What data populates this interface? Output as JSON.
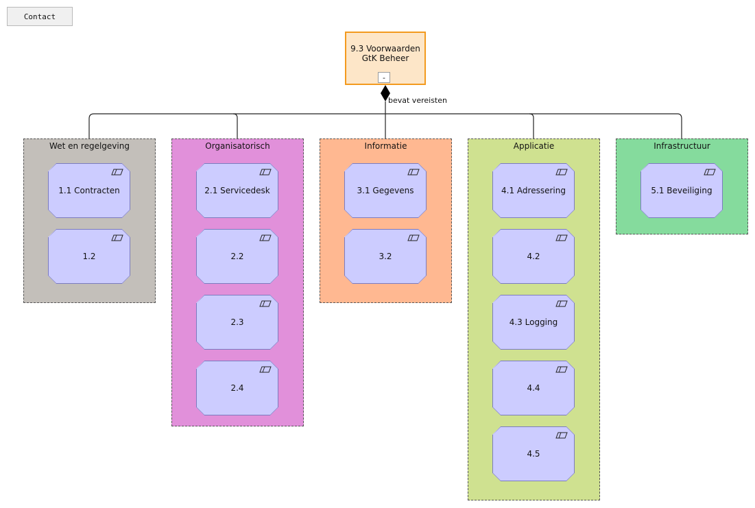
{
  "toolbar": {
    "contact_label": "Contact"
  },
  "root": {
    "label": "9.3 Voorwaarden\nGtK Beheer",
    "collapse_label": "-"
  },
  "relation": {
    "label": "bevat vereisten"
  },
  "colors": {
    "root_border": "#f39a1e",
    "root_fill": "#fde6c8",
    "requirement_fill": "#ccccff"
  },
  "groups": [
    {
      "title": "Wet en regelgeving",
      "color": "#c3bfba",
      "items": [
        "1.1 Contracten",
        "1.2"
      ]
    },
    {
      "title": "Organisatorisch",
      "color": "#e190da",
      "items": [
        "2.1 Servicedesk",
        "2.2",
        "2.3",
        "2.4"
      ]
    },
    {
      "title": "Informatie",
      "color": "#ffb891",
      "items": [
        "3.1 Gegevens",
        "3.2"
      ]
    },
    {
      "title": "Applicatie",
      "color": "#cfe190",
      "items": [
        "4.1 Adressering",
        "4.2",
        "4.3 Logging",
        "4.4",
        "4.5"
      ]
    },
    {
      "title": "Infrastructuur",
      "color": "#85db9d",
      "items": [
        "5.1 Beveiliging"
      ]
    }
  ],
  "requirement_icon": "requirement-icon"
}
